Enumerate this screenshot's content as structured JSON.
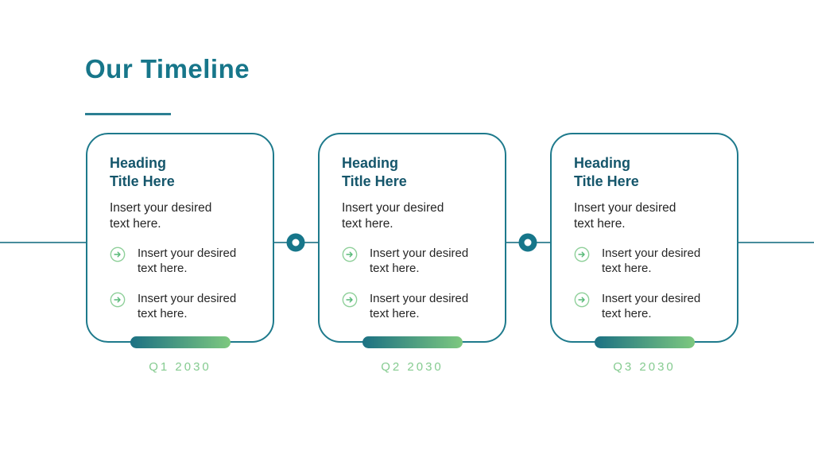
{
  "page": {
    "title": "Our Timeline"
  },
  "colors": {
    "title_teal": "#17768a",
    "heading_teal": "#15566b",
    "card_border": "#1e7a8c",
    "body_text": "#262626",
    "timeline_line": "#478c9c",
    "connector_dot": "#16768a",
    "quarter_label_green": "#85cb90",
    "bullet_icon_green": "#8fd09a",
    "bullet_arrow_green": "#57b977",
    "pill_gradient_start": "#1c7183",
    "pill_gradient_end": "#7dc87f"
  },
  "icons": {
    "bullet": "arrow-circle-right-icon",
    "connector": "timeline-dot"
  },
  "cards": [
    {
      "heading_line1": "Heading",
      "heading_line2": "Title Here",
      "description": "Insert your desired text here.",
      "bullets": [
        "Insert your desired text here.",
        "Insert your desired text here."
      ],
      "quarter": "Q1 2030"
    },
    {
      "heading_line1": "Heading",
      "heading_line2": "Title Here",
      "description": "Insert your desired text here.",
      "bullets": [
        "Insert your desired text here.",
        "Insert your desired text here."
      ],
      "quarter": "Q2 2030"
    },
    {
      "heading_line1": "Heading",
      "heading_line2": "Title Here",
      "description": "Insert your desired text here.",
      "bullets": [
        "Insert your desired text here.",
        "Insert your desired text here."
      ],
      "quarter": "Q3 2030"
    }
  ]
}
